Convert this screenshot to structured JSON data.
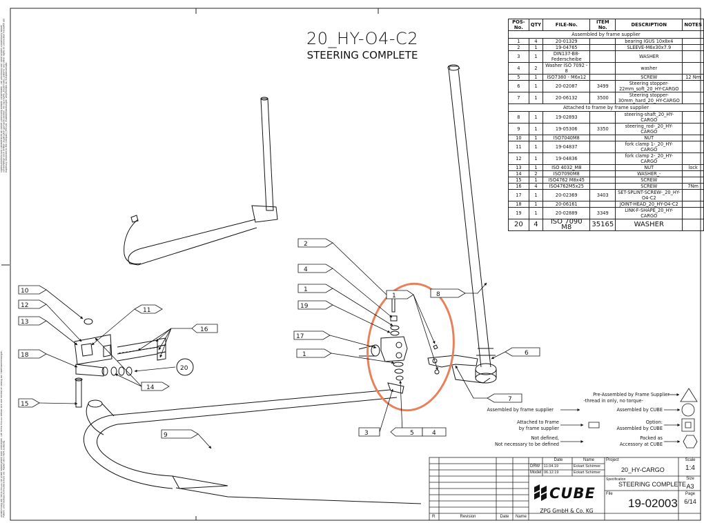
{
  "drawing": {
    "title": "20_HY-O4-C2",
    "subtitle": "STEERING COMPLETE"
  },
  "bom": {
    "headers": [
      "POS-No.",
      "QTY",
      "FILE-No.",
      "ITEM No.",
      "DESCRIPTION",
      "NOTES"
    ],
    "sections": [
      {
        "label": "Assembled by frame supplier",
        "rows": [
          {
            "pos": "1",
            "qty": "4",
            "file": "20-01329",
            "item": "",
            "desc": "bearing IGUS 10x8x4",
            "notes": ""
          },
          {
            "pos": "2",
            "qty": "1",
            "file": "19-04765",
            "item": "",
            "desc": "SLEEVE-M6x30x7.9",
            "notes": ""
          },
          {
            "pos": "3",
            "qty": "1",
            "file": "DIN137-B8-Federscheibe",
            "item": "",
            "desc": "WASHER",
            "notes": ""
          },
          {
            "pos": "4",
            "qty": "2",
            "file": "Washer ISO 7092 - 8",
            "item": "",
            "desc": "washer",
            "notes": ""
          },
          {
            "pos": "5",
            "qty": "1",
            "file": "ISO7380 - M6x12",
            "item": "",
            "desc": "SCREW",
            "notes": "12 Nm"
          },
          {
            "pos": "6",
            "qty": "1",
            "file": "20-02087",
            "item": "3499",
            "desc": "Steering stopper-22mm_soft_20_HY-CARGO",
            "notes": ""
          },
          {
            "pos": "7",
            "qty": "1",
            "file": "20-06132",
            "item": "3500",
            "desc": "Steering stopper-30mm_hard_20_HY-CARGO",
            "notes": ""
          }
        ]
      },
      {
        "label": "Attached to frame by frame supplier",
        "rows": [
          {
            "pos": "8",
            "qty": "1",
            "file": "19-02893",
            "item": "",
            "desc": "steering-shaft_20_HY-CARGO",
            "notes": ""
          },
          {
            "pos": "9",
            "qty": "1",
            "file": "19-05306",
            "item": "3350",
            "desc": "steering_rod-_20_HY-CARGO",
            "notes": ""
          },
          {
            "pos": "10",
            "qty": "1",
            "file": "ISO7040M8",
            "item": "",
            "desc": "NUT",
            "notes": ""
          },
          {
            "pos": "11",
            "qty": "1",
            "file": "19-04837",
            "item": "",
            "desc": "fork clamp 1-_20_HY-CARGO",
            "notes": ""
          },
          {
            "pos": "12",
            "qty": "1",
            "file": "19-04836",
            "item": "",
            "desc": "fork clamp 2-_20_HY-CARGO",
            "notes": ""
          },
          {
            "pos": "13",
            "qty": "1",
            "file": "ISO 4032_M8",
            "item": "",
            "desc": "NUT",
            "notes": "lock"
          },
          {
            "pos": "14",
            "qty": "2",
            "file": "ISO7090M8",
            "item": "",
            "desc": "WASHER_-",
            "notes": ""
          },
          {
            "pos": "15",
            "qty": "1",
            "file": "ISO4762 M8x45",
            "item": "",
            "desc": "SCREW",
            "notes": ""
          },
          {
            "pos": "16",
            "qty": "4",
            "file": "ISO4762M5x25",
            "item": "",
            "desc": "SCREW",
            "notes": "7Nm"
          },
          {
            "pos": "17",
            "qty": "1",
            "file": "20-02369",
            "item": "3403",
            "desc": "SET-SPLINT-SCREW-_20_HY-O4-C2",
            "notes": ""
          },
          {
            "pos": "18",
            "qty": "1",
            "file": "20-06161",
            "item": "",
            "desc": "JOINT-HEAD_20_HY-O4-C2",
            "notes": ""
          },
          {
            "pos": "19",
            "qty": "1",
            "file": "20-02889",
            "item": "3349",
            "desc": "LINK-F-SHAPE_20_HY-CARGO",
            "notes": ""
          }
        ]
      }
    ],
    "extra_row": {
      "pos": "20",
      "qty": "4",
      "file": "ISO 7090 M8",
      "item": "35165",
      "desc": "WASHER",
      "notes": ""
    }
  },
  "callouts": {
    "c1a": "1",
    "c1b": "1",
    "c1c": "1",
    "c2": "2",
    "c3": "3",
    "c4a": "4",
    "c4b": "4",
    "c5": "5",
    "c6": "6",
    "c7": "7",
    "c8": "8",
    "c9": "9",
    "c10": "10",
    "c11": "11",
    "c12": "12",
    "c13": "13",
    "c14": "14",
    "c15": "15",
    "c16": "16",
    "c17": "17",
    "c18": "18",
    "c19": "19",
    "c20": "20"
  },
  "legend": {
    "pre_assembled": "Pre-Assembled by Frame Supplier",
    "pre_assembled_note": "-thread in only, no torque-",
    "assembled_frame": "Assembled by frame supplier",
    "assembled_cube": "Assembled by CUBE",
    "attached_1": "Attached to Frame",
    "attached_2": "by frame supplier",
    "option_1": "Option:",
    "option_2": "Assembled by CUBE",
    "not_defined_1": "Not defined,",
    "not_defined_2": "Not necessary to be defined",
    "packed_1": "Packed as",
    "packed_2": "Accessory at CUBE"
  },
  "title_block": {
    "col_date": "Date",
    "col_name": "Name",
    "drw_label": "DRW",
    "drw_date": "11.04.19",
    "drw_name": "Eckart Schirmer",
    "model_label": "Model",
    "model_date": "06.12.19",
    "model_name": "Eckart Schirmer",
    "project_label": "Project",
    "project": "20_HY-CARGO",
    "spec_label": "Specification",
    "spec": "STEERING COMPLETE",
    "file_label": "File",
    "file": "19-02003",
    "scale_label": "Scale",
    "scale": "1:4",
    "size_label": "Size",
    "size": "A3",
    "page_label": "Page",
    "page": "6/14",
    "company": "ZPG GmbH & Co. KG",
    "logo": "CUBE",
    "rev_r": "R",
    "rev_revision": "Revision",
    "rev_date": "Date",
    "rev_name": "Name"
  },
  "margin_notes": {
    "top": "Eigentumsrecht und Urheberrecht an dieser Zeichnung bleiben vorbehalten. Die Zeichnung darf ohne unsere Zustimmung weder vervielfältigt noch Dritten zugänglich gemacht werden. All copyrights, trademarks, patents and other rights in connection herewith are expressly reserved to the company MSCAD. Zuwiderhandlungen verpflichten zu Schadensersatz.",
    "bottom": "Zustimmung der Firma MSCAD an Dritte weitergeben oder offenlegen. Die Firma MSCAD behält sich alle Rechte im Bezug auf Patentanmeldungen, Patent- und Gebrauchsmusterschutz vor. Kopien sind nicht zulässig."
  },
  "colors": {
    "highlight": "#e8805a",
    "line": "#111111"
  }
}
